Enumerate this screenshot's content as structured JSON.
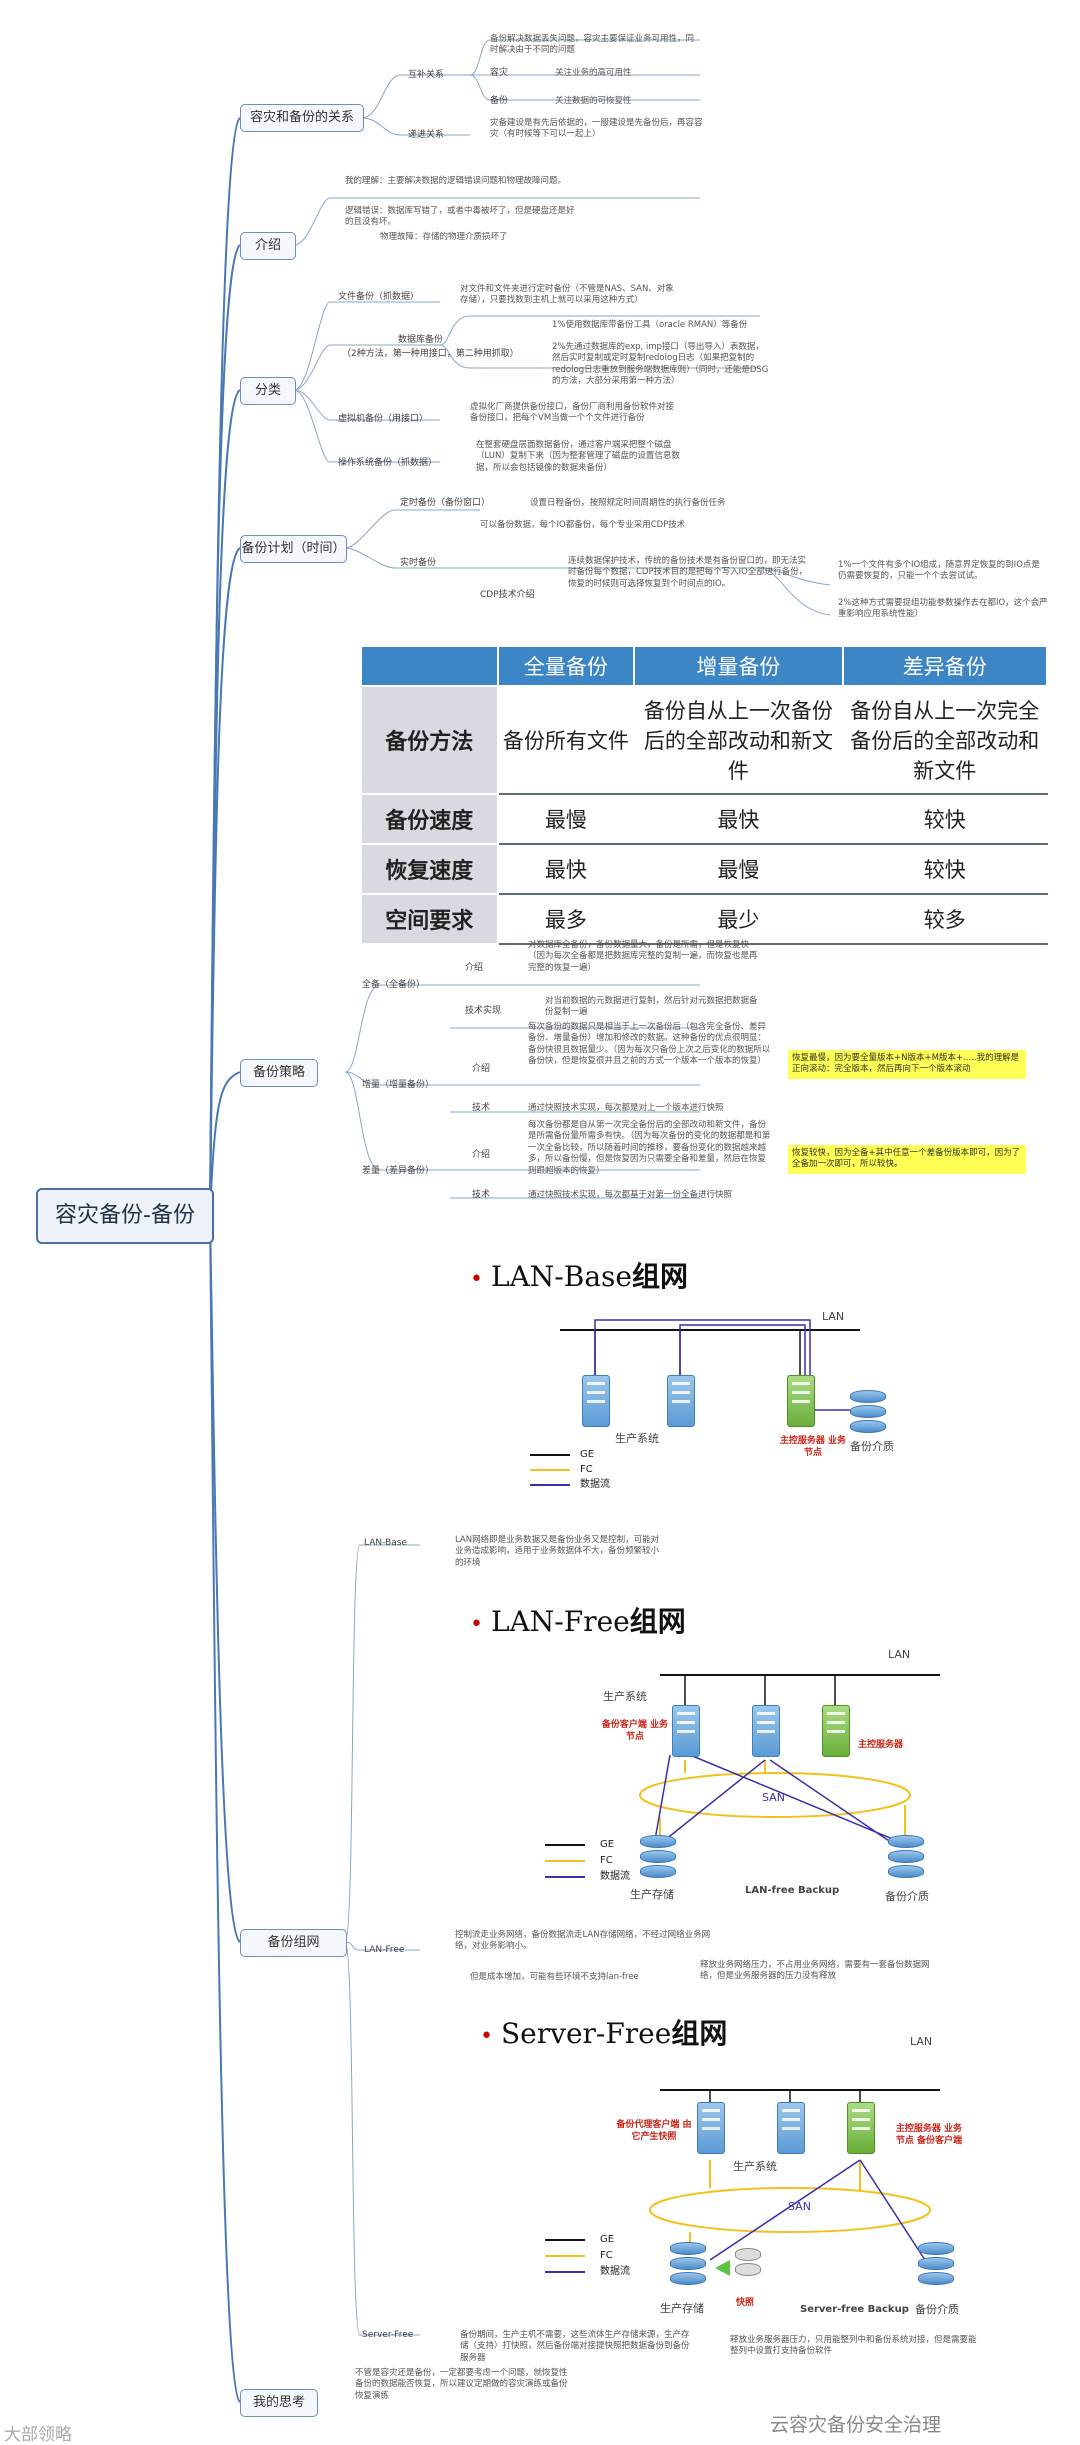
{
  "root": "容灾备份-备份",
  "branches": {
    "relation": {
      "title": "容灾和备份的关系",
      "complement": "互补关系",
      "complement_note": "备份解决数据丢失问题，容灾主要保证业务可用性，同时解决由于不同的问题",
      "dr": "容灾",
      "dr_note": "关注业务的高可用性",
      "backup": "备份",
      "backup_note": "关注数据的可恢复性",
      "contain": "递进关系",
      "contain_note": "灾备建设是有先后依据的，一般建设是先备份后，再容容灾（有时候等下可以一起上）"
    },
    "intro": {
      "title": "介绍",
      "line1": "我的理解：主要解决数据的逻辑错误问题和物理故障问题。",
      "line2": "逻辑错误：数据库写错了，或者中毒被坏了，但是硬盘还是好的且没有坏。",
      "line3": "物理故障：存储的物理介质损坏了"
    },
    "classify": {
      "title": "分类",
      "file": "文件备份（抓数据）",
      "file_note": "对文件和文件夹进行定时备份（不管是NAS、SAN、对象存储），只要找数到主机上就可以采用这种方式）",
      "db": "数据库备份",
      "db_sub": "（2种方法，第一种用接口，第二种用抓取）",
      "db_note1": "1%使用数据库带备份工具（oracle RMAN）等备份",
      "db_note2": "2%先通过数据库的exp, imp接口（导出导入）表数据，然后实时复制或定时复制redolog日志（如果把复制的redolog日志重放到服务端数据库则）（同时，还能是DSG的方法，大部分采用第一种方法）",
      "vm": "虚拟机备份（用接口）",
      "vm_note": "虚拟化厂商提供备份接口，备份厂商利用备份软件对接备份接口，把每个VM当做一个个文件进行备份",
      "os": "操作系统备份（抓数据）",
      "os_note": "在整套硬盘层面数据备份，通过客户端采把整个磁盘（LUN）复制下来（因为整套管理了磁盘的设置信息数据，所以会包括镜像的数据来备份）"
    },
    "plan": {
      "title": "备份计划（时间）",
      "timed": "定时备份（备份窗口）",
      "timed_note": "设置日程备份，按照规定时间周期性的执行备份任务",
      "realtime": "实时备份",
      "realtime_note": "可以备份数据，每个IO都备份，每个专业采用CDP技术",
      "cdp": "CDP技术介绍",
      "cdp_note": "连续数据保护技术，传统的备份技术是有备份窗口的，即无法实时备份每个数据，CDP技术目的是把每个写入IO全部进行备份，恢复的时候则可选择恢复到个时间点的IO。",
      "cdp_r1": "1%一个文件有多个IO组成，随意界定恢复的到IO点是仍需要恢复的，只能一个个去尝试试。",
      "cdp_r2": "2%这种方式需要捉组功能参数操作去在都IO，这个会严重影响应用系统性能）"
    },
    "strategy": {
      "title": "备份策略",
      "full": "全备（全备份）",
      "full_intro": "介绍",
      "full_intro_note": "对数据库全备份，备份数据量大，备份是所需，但是恢复快（因为每次全备都是把数据库完整的复制一遍，而恢复也是再完整的恢复一遍）",
      "full_tech": "技术实现",
      "full_tech_note": "对当前数据的元数据进行复制，然后针对元数据把数据备份复制一遍",
      "inc": "增量（增量备份）",
      "inc_intro": "介绍",
      "inc_intro_note": "每次备份的数据只是相当于上一次备份后（包含完全备份、差异备份、增量备份）增加和修改的数据。这种备份的优点很明显：备份快很且数据量少。（因为每次只备份上次之后变化的数据所以备份快，但是恢复很并且之前的方式一个版本一个版本的恢复）",
      "inc_tech": "技术",
      "inc_tech_note": "通过快照技术实现，每次都是对上一个版本进行快照",
      "inc_hl": "恢复最慢，因为要全量版本+N版本+M版本+.....我的理解是正向滚动：完全版本，然后再向下一个版本滚动",
      "diff": "差量（差异备份）",
      "diff_intro": "介绍",
      "diff_intro_note": "每次备份都是自从第一次完全备份后的全部改动和新文件，备份是所需备份量所需多有快。（因为每次备份的变化的数据都是和第一次全备比较，所以随着时间的推移，要备份变化的数据越来越多，所以备份慢，但是恢复因为只需要全备和差量，然后在恢复则跟超版本的恢复）",
      "diff_tech": "技术",
      "diff_tech_note": "通过快照技术实现，每次都基于对第一份全备进行快照",
      "diff_hl": "恢复较快，因为全备+其中任意一个差备份版本即可，因为了全备加一次即可，所以较快。"
    },
    "network": {
      "title": "备份组网",
      "lanbase": "LAN-Base",
      "lanbase_note": "LAN网络即是业务数据又是备份业务又是控制，可能对业务造成影响，适用于业务数据体不大，备份频繁较小的环境",
      "lanfree": "LAN-Free",
      "lanfree_note1": "控制流走业务网络，备份数据流走LAN存储网络，不经过网络业务网络，对业务影响小。",
      "lanfree_note2": "但是成本增加，可能有些环境不支持lan-free",
      "lanfree_note3": "释放业务网络压力，不占用业务网络，需要有一套备份数据网络，但是业务服务器的压力没有释放",
      "serverfree": "Server-Free",
      "serverfree_note1": "备份期间，生产主机不需要，这些流体生产存储来源，生产存储（支持）打快照，然后备份端对接提快照把数据备份到备份服务器",
      "serverfree_note2": "释放业务服务器压力，只用能整列中和备份系统对接，但是需要能整列中设置打支持备份软件"
    },
    "thinking": {
      "title": "我的思考",
      "note": "不管是容灾还是备份，一定都要考虑一个问题，就恢复性备份的数据能否恢复，所以建议定期做的容灾演练或备份恢复演练"
    }
  },
  "table": {
    "headers": [
      "",
      "全量备份",
      "增量备份",
      "差异备份"
    ],
    "rows": [
      {
        "label": "备份方法",
        "cells": [
          "备份所有文件",
          "备份自从上一次备份后的全部改动和新文件",
          "备份自从上一次完全备份后的全部改动和新文件"
        ]
      },
      {
        "label": "备份速度",
        "cells": [
          "最慢",
          "最快",
          "较快"
        ]
      },
      {
        "label": "恢复速度",
        "cells": [
          "最快",
          "最慢",
          "较快"
        ]
      },
      {
        "label": "空间要求",
        "cells": [
          "最多",
          "最少",
          "较多"
        ]
      }
    ]
  },
  "diagrams": {
    "lanbase": {
      "title_prefix": "LAN-Base",
      "title_suffix": "组网",
      "lan": "LAN",
      "prod": "生产系统",
      "master": "主控服务器 业务节点",
      "media": "备份介质",
      "legend": [
        "GE",
        "FC",
        "数据流"
      ]
    },
    "lanfree": {
      "title_prefix": "LAN-Free",
      "title_suffix": "组网",
      "lan": "LAN",
      "prod": "生产系统",
      "client": "备份客户端 业务节点",
      "master": "主控服务器",
      "san": "SAN",
      "storage": "生产存储",
      "backup_label": "LAN-free Backup",
      "media": "备份介质",
      "legend": [
        "GE",
        "FC",
        "数据流"
      ]
    },
    "serverfree": {
      "title_prefix": "Server-Free",
      "title_suffix": "组网",
      "lan": "LAN",
      "proxy": "备份代理客户端 由它产生快照",
      "prod": "生产系统",
      "master": "主控服务器 业务节点 备份客户端",
      "san": "SAN",
      "storage": "生产存储",
      "snapshot": "快照",
      "backup_label": "Server-free Backup",
      "media": "备份介质",
      "legend": [
        "GE",
        "FC",
        "数据流"
      ]
    }
  },
  "footer": {
    "left": "大部领略",
    "right": "云容灾备份安全治理"
  },
  "colors": {
    "wire": "#4a78b5",
    "header": "#3d86c6",
    "highlight": "#ffff55",
    "fc": "#f2c11a",
    "flow": "#3b2fa8"
  }
}
